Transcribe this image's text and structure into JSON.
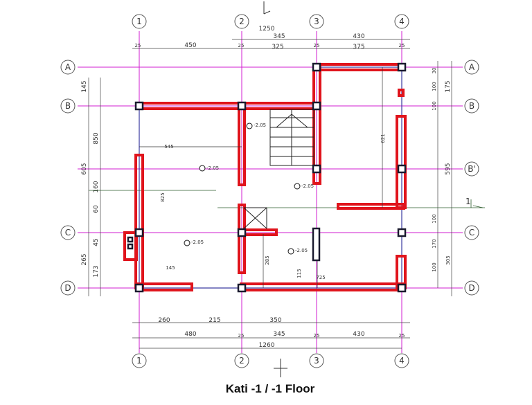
{
  "caption": "Kati -1 / -1 Floor",
  "grid_columns": [
    "1",
    "2",
    "3",
    "4"
  ],
  "grid_rows": [
    "A",
    "B",
    "B'",
    "C",
    "D"
  ],
  "dims_top_total": "1250",
  "dims_top_row1": [
    "25",
    "450",
    "25",
    "345",
    "25",
    "430",
    "25"
  ],
  "dims_top_row2": [
    "325",
    "375"
  ],
  "dims_bottom_row1": [
    "260",
    "215",
    "350"
  ],
  "dims_bottom_row2": [
    "480",
    "25",
    "345",
    "25",
    "430",
    "25"
  ],
  "dims_bottom_total": "1260",
  "dims_left": [
    "145",
    "850",
    "605",
    "160",
    "60",
    "45",
    "265",
    "173"
  ],
  "dims_right": [
    "30",
    "100",
    "175",
    "100",
    "595",
    "100",
    "170",
    "305",
    "100"
  ],
  "section_label": "1",
  "elevations": [
    "-2.05",
    "-2.05",
    "-2.05",
    "-2.05",
    "-2.05"
  ],
  "interior_dims": [
    "545",
    "825",
    "145",
    "285",
    "725",
    "115",
    "621"
  ],
  "colors": {
    "wall": "#e0141c",
    "column": "#1a1a2e",
    "grid": "#d21ed2",
    "dim": "#333333",
    "line": "#3a3aa0"
  }
}
